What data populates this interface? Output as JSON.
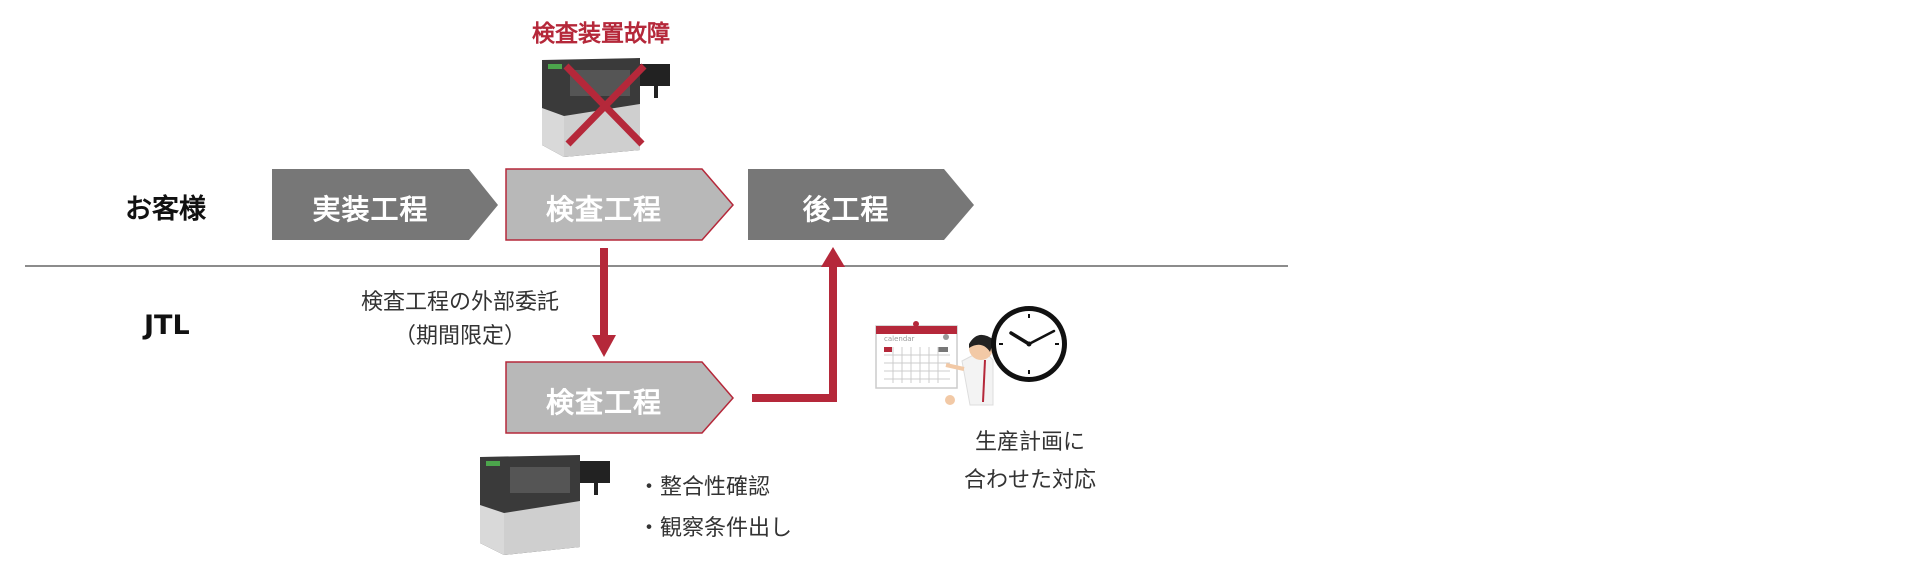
{
  "colors": {
    "step_dark": "#777777",
    "step_light": "#b8b8b8",
    "accent_red": "#b5283a",
    "divider": "#666666"
  },
  "lanes": {
    "customer": "お客様",
    "jtl": "JTL"
  },
  "customer_steps": [
    {
      "label": "実装工程",
      "style": "dark"
    },
    {
      "label": "検査工程",
      "style": "light-outlined"
    },
    {
      "label": "後工程",
      "style": "dark"
    }
  ],
  "fault": {
    "label": "検査装置故障",
    "icon": "inspection-machine-crossed-icon"
  },
  "outsourcing": {
    "line1": "検査工程の外部委託",
    "line2": "（期間限定）"
  },
  "jtl_step": {
    "label": "検査工程",
    "style": "light-outlined",
    "icon": "inspection-machine-icon"
  },
  "checks": [
    "・整合性確認",
    "・観察条件出し"
  ],
  "planning": {
    "line1": "生産計画に",
    "line2": "合わせた対応",
    "calendar_label": "calendar",
    "icons": [
      "calendar-icon",
      "person-icon",
      "clock-icon"
    ]
  }
}
